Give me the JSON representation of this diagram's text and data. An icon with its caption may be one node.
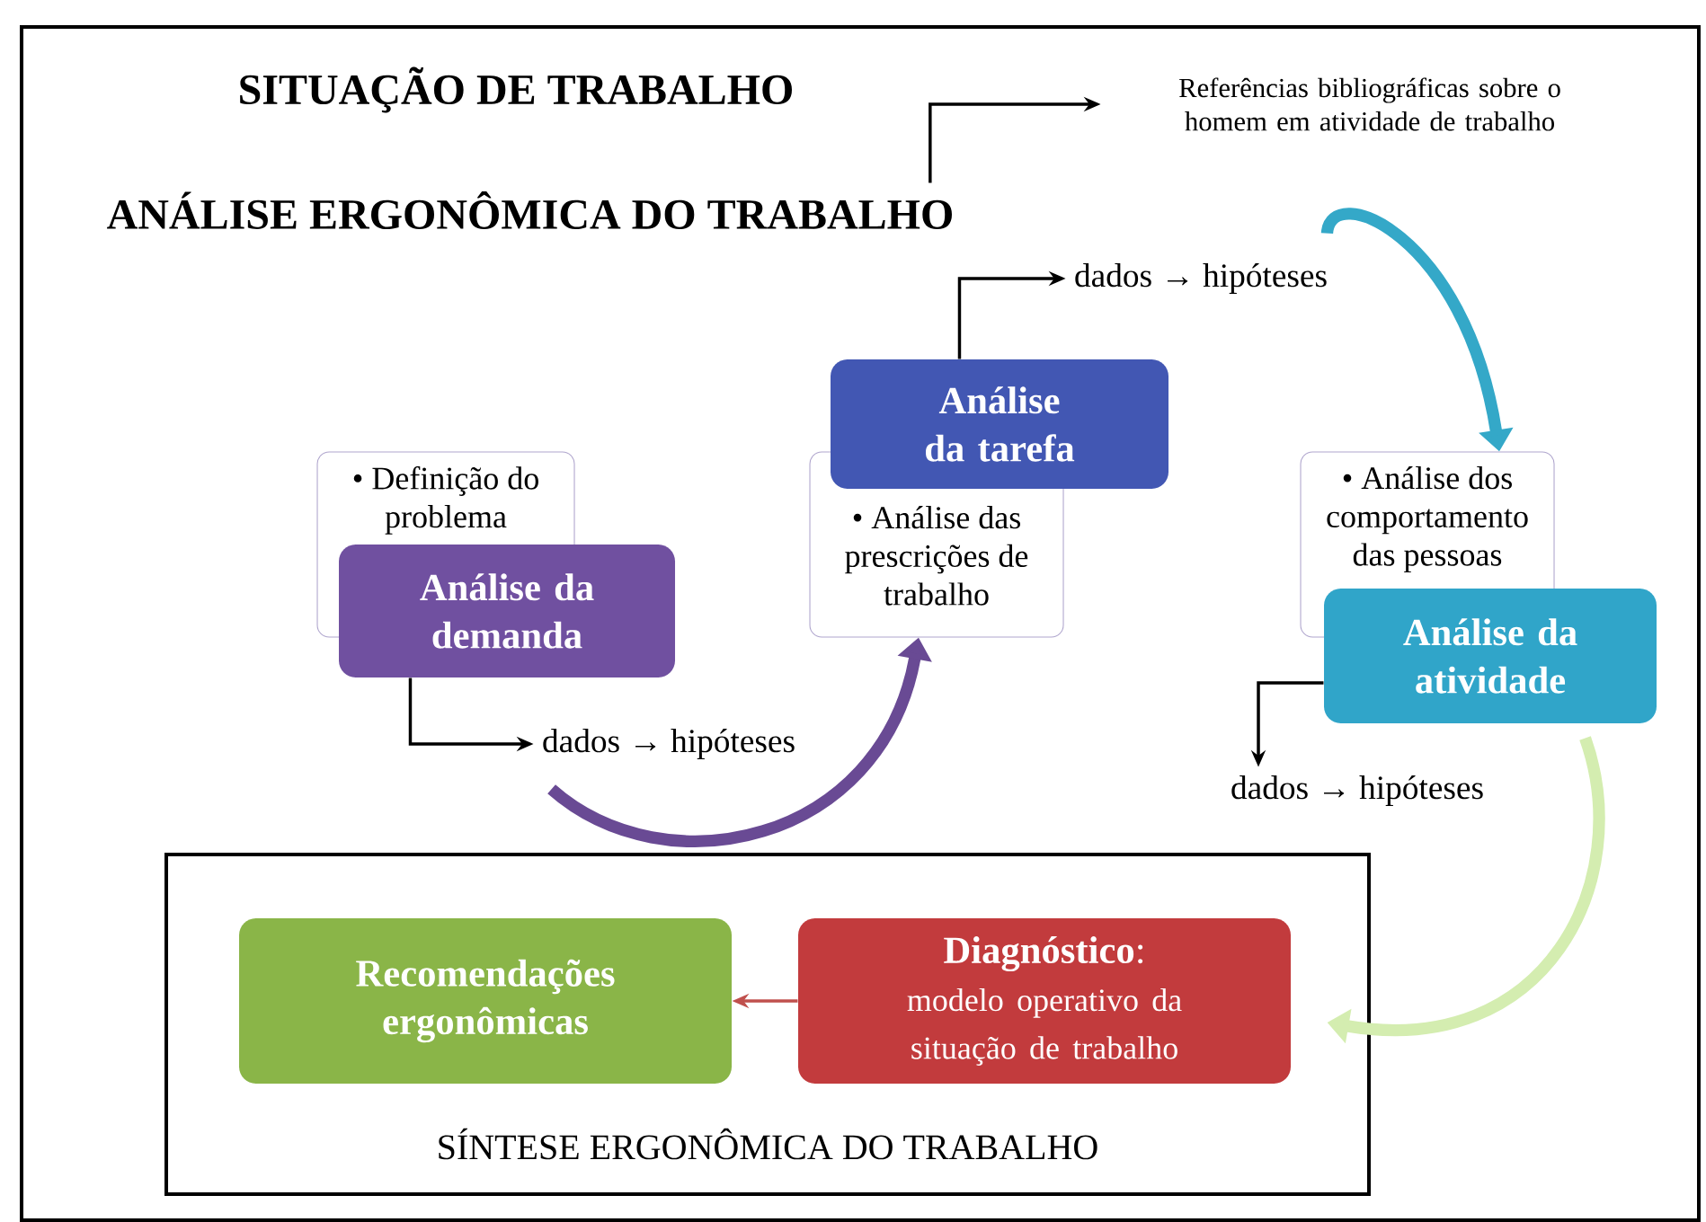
{
  "diagram": {
    "nodes": [
      {
        "text": [
          "ANÁLISE ERGONÔMICA DO TRABALHO"
        ]
      },
      {
        "text": [
          "Referências bibliográficas sobre o homem em atividade de trabalho"
        ]
      },
      {
        "text": [
          "• Definição do problema"
        ]
      },
      {
        "text": [
          "Análise da demanda"
        ]
      },
      {
        "text": [
          "dados → hipóteses"
        ]
      },
      {
        "text": [
          "• Análise das prescrições de trabalho"
        ]
      },
      {
        "text": [
          "Análise da tarefa"
        ]
      },
      {
        "text": [
          "dados → hipóteses"
        ]
      },
      {
        "text": [
          "• Análise dos comportamento das pessoas"
        ]
      },
      {
        "text": [
          "Análise da atividade"
        ]
      },
      {
        "text": [
          "dados → hipóteses"
        ]
      },
      {
        "text": [
          "SÍNTESE ERGONÔMICA DO TRABALHO"
        ]
      },
      {
        "text": [
          "Recomendações ergonômicas"
        ],
        "in": 11
      },
      {
        "text": [
          "**Diagnóstico**:",
          "modelo operativo da situação de trabalho"
        ],
        "in": 11
      }
    ],
    "edges": [
      {
        "from": 0,
        "to": 1,
        "arrow": "to"
      },
      {
        "from": 3,
        "to": 4,
        "arrow": "to"
      },
      {
        "from": 4,
        "to": 5,
        "arrow": "to",
        "style": "thick",
        "color": "#694a94"
      },
      {
        "from": 6,
        "to": 7,
        "arrow": "to"
      },
      {
        "from": 7,
        "to": 8,
        "arrow": "to",
        "style": "thick",
        "color": "#34a8c8"
      },
      {
        "from": 9,
        "to": 10,
        "arrow": "to"
      },
      {
        "from": 9,
        "to": 13,
        "arrow": "to",
        "style": "thick",
        "color": "#d4edb0"
      },
      {
        "from": 13,
        "to": 12,
        "arrow": "to",
        "color": "#c0504d"
      }
    ],
    "labels": [
      "SITUAÇÃO DE TRABALHO"
    ]
  }
}
